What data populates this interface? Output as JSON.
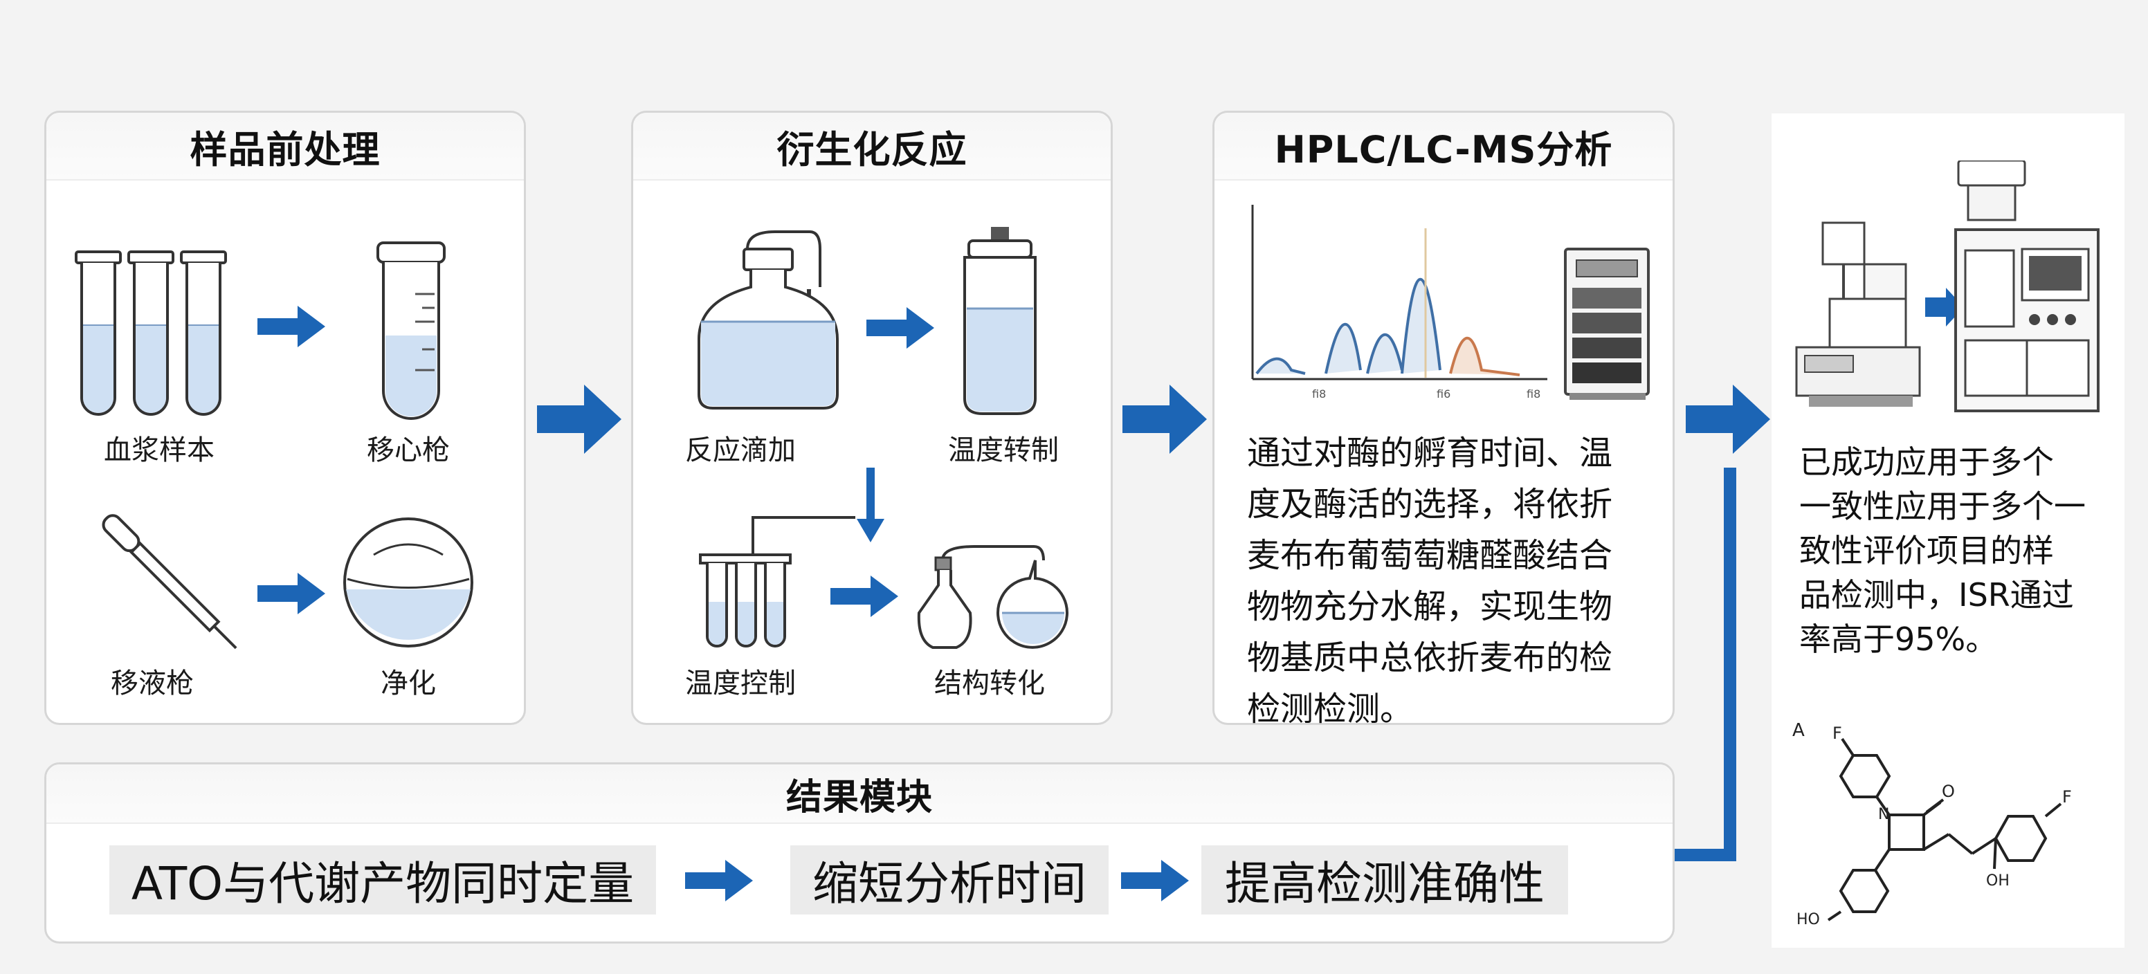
{
  "panels": {
    "sample_prep": {
      "title": "样品前处理",
      "labels": [
        "血浆样本",
        "移心枪",
        "移液枪",
        "净化"
      ]
    },
    "derivatization": {
      "title": "衍生化反应",
      "labels": [
        "反应滴加",
        "温度转制",
        "温度控制",
        "结构转化"
      ]
    },
    "hplc": {
      "title": "HPLC/LC-MS分析",
      "axis_ticks": [
        "fi8",
        "fi6",
        "fi8"
      ],
      "description_lines": [
        "通过对酶的孵育时间、温",
        "度及酶活的选择，将依折",
        "麦布布葡萄萄糖醛酸结合",
        "物物充分水解，实现生物",
        "物基质中总依折麦布的检",
        "检测检测。"
      ]
    },
    "application": {
      "description_lines": [
        "已成功应用于多个",
        "一致性应用于多个一",
        "致性评价项目的样",
        "品检测中，ISR通过",
        "率高于95%。"
      ],
      "structure_labels": [
        "A",
        "F",
        "O",
        "F",
        "OH",
        "HO",
        "N"
      ]
    },
    "results": {
      "title": "结果模块",
      "items": [
        "ATO与代谢产物同时定量",
        "缩短分析时间",
        "提高检测准确性"
      ]
    }
  },
  "colors": {
    "arrow": "#1c65b5",
    "peak_blue": "#3f6fa6",
    "peak_orange": "#c9794d",
    "liquid": "#cfe0f3"
  }
}
